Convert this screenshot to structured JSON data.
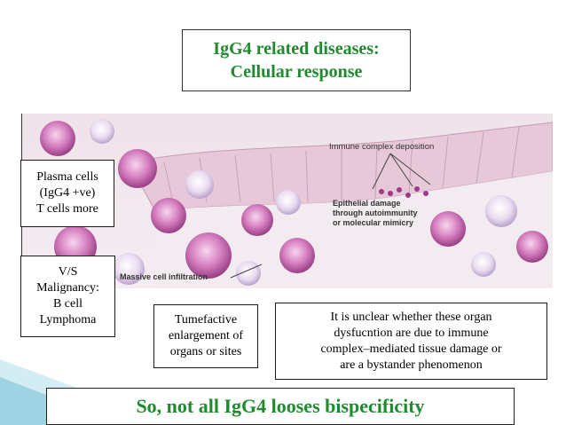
{
  "title": {
    "line1": "IgG4 related diseases:",
    "line2": "Cellular response"
  },
  "figure": {
    "label_immune_complex": "Immune complex deposition",
    "label_epithelial_1": "Epithelial damage",
    "label_epithelial_2": "through autoimmunity",
    "label_epithelial_3": "or molecular mimicry",
    "label_infiltration": "Massive cell infiltration"
  },
  "callouts": {
    "plasma": [
      "Plasma cells",
      "(IgG4 +ve)",
      "T cells more"
    ],
    "vs": [
      "V/S",
      "Malignancy:",
      "B cell",
      "Lymphoma"
    ],
    "tumefactive": [
      "Tumefactive",
      "enlargement of",
      "organs or sites"
    ],
    "unclear": [
      "It is unclear whether these organ",
      "dysfucntion are due to immune",
      "complex–mediated tissue damage or",
      "are a bystander phenomenon"
    ]
  },
  "conclusion": "So, not all IgG4 looses bispecificity",
  "colors": {
    "title_green": "#1f8a2e",
    "cell_purple": "#c0509b",
    "tissue_pink": "#e6c8dc",
    "accent_teal": "#9fd3e3"
  }
}
